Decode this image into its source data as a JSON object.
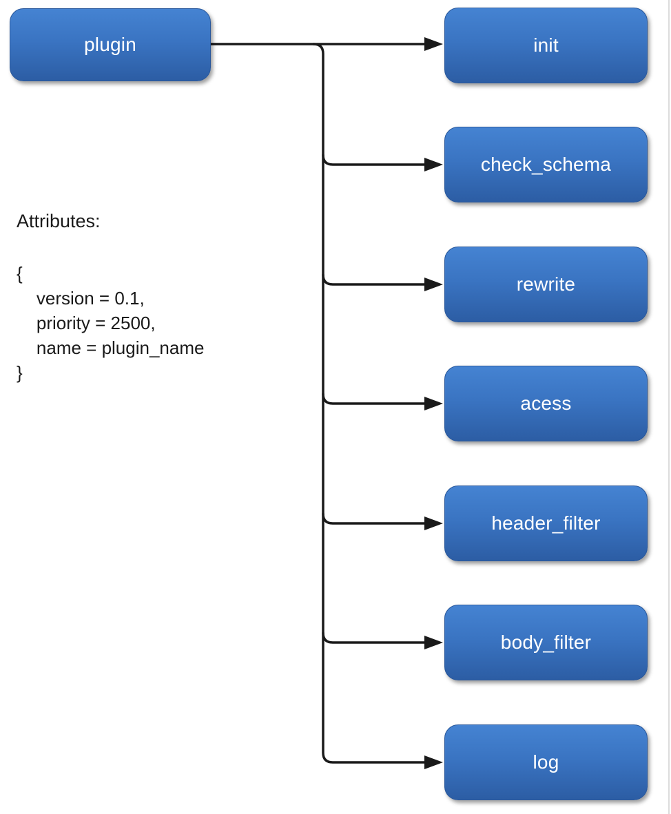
{
  "diagram": {
    "root": {
      "label": "plugin"
    },
    "hooks": [
      {
        "label": "init"
      },
      {
        "label": "check_schema"
      },
      {
        "label": "rewrite"
      },
      {
        "label": "acess"
      },
      {
        "label": "header_filter"
      },
      {
        "label": "body_filter"
      },
      {
        "label": "log"
      }
    ],
    "attributes": {
      "heading": "Attributes:",
      "lines": [
        "{",
        "    version = 0.1,",
        "    priority = 2500,",
        "    name = plugin_name",
        "}"
      ]
    },
    "colors": {
      "node_gradient_top": "#4583d2",
      "node_gradient_bottom": "#2c5da4",
      "node_border": "#2a589b",
      "node_text": "#ffffff",
      "connector": "#1a1a1a",
      "body_text": "#1a1a1a",
      "page_edge": "#dcdcdc"
    }
  }
}
